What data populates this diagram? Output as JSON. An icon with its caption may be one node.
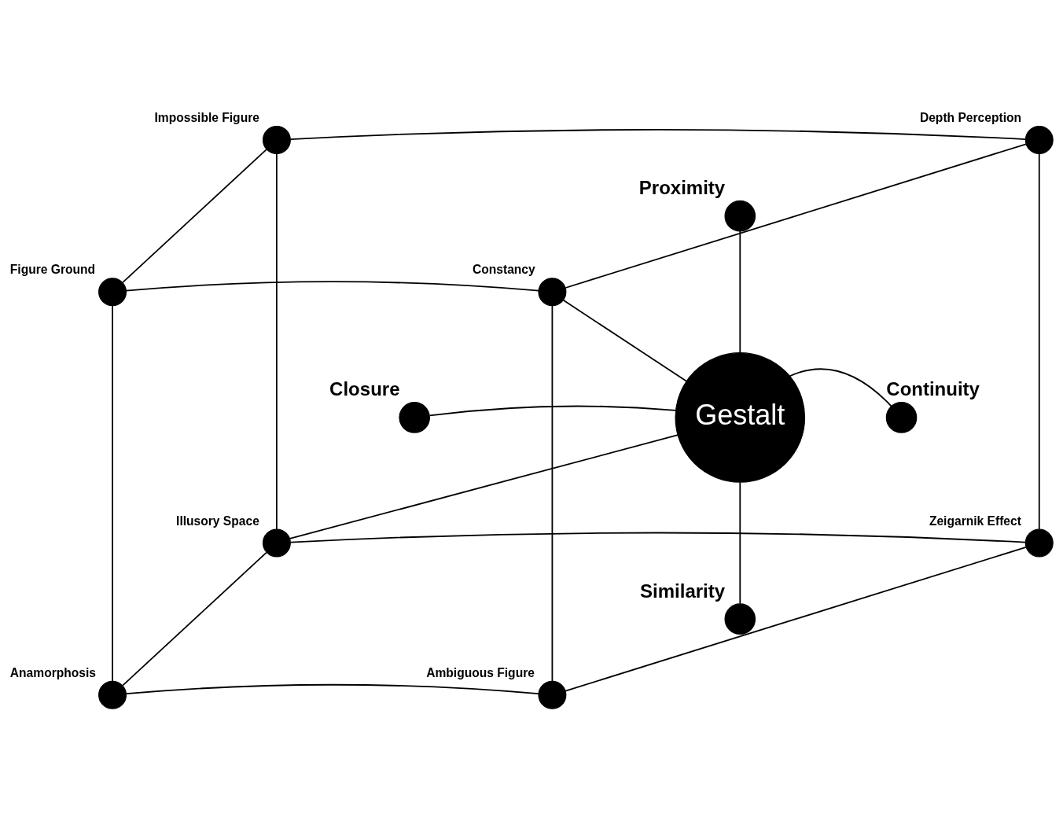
{
  "diagram": {
    "nodes": [
      {
        "text": [],
        "shape": "circle",
        "beside": [
          "Impossible Figure"
        ]
      },
      {
        "text": [],
        "shape": "circle",
        "beside": [
          "Depth Perception"
        ]
      },
      {
        "text": [],
        "shape": "circle",
        "beside": [
          "Proximity"
        ]
      },
      {
        "text": [],
        "shape": "circle",
        "beside": [
          "Figure Ground"
        ]
      },
      {
        "text": [],
        "shape": "circle",
        "beside": [
          "Constancy"
        ]
      },
      {
        "text": [],
        "shape": "circle",
        "beside": [
          "Closure"
        ]
      },
      {
        "text": [
          "Gestalt"
        ]
      },
      {
        "text": [],
        "shape": "circle",
        "beside": [
          "Continuity"
        ]
      },
      {
        "text": [],
        "shape": "circle",
        "beside": [
          "Illusory Space"
        ]
      },
      {
        "text": [],
        "shape": "circle",
        "beside": [
          "Zeigarnik Effect"
        ]
      },
      {
        "text": [],
        "shape": "circle",
        "beside": [
          "Similarity"
        ]
      },
      {
        "text": [],
        "shape": "circle",
        "beside": [
          "Anamorphosis"
        ]
      },
      {
        "text": [],
        "shape": "circle",
        "beside": [
          "Ambiguous Figure"
        ]
      }
    ],
    "edges": [
      {
        "from": 0,
        "to": 1,
        "arrow": "none"
      },
      {
        "from": 0,
        "to": 3,
        "arrow": "none"
      },
      {
        "from": 0,
        "to": 8,
        "arrow": "none"
      },
      {
        "from": 1,
        "to": 4,
        "arrow": "none"
      },
      {
        "from": 1,
        "to": 9,
        "arrow": "none"
      },
      {
        "from": 3,
        "to": 4,
        "arrow": "none"
      },
      {
        "from": 3,
        "to": 11,
        "arrow": "none"
      },
      {
        "from": 4,
        "to": 12,
        "arrow": "none"
      },
      {
        "from": 8,
        "to": 9,
        "arrow": "none"
      },
      {
        "from": 8,
        "to": 11,
        "arrow": "none"
      },
      {
        "from": 9,
        "to": 12,
        "arrow": "none"
      },
      {
        "from": 11,
        "to": 12,
        "arrow": "none"
      },
      {
        "from": 6,
        "to": 4,
        "arrow": "none"
      },
      {
        "from": 6,
        "to": 8,
        "arrow": "none"
      },
      {
        "from": 6,
        "to": 2,
        "arrow": "none"
      },
      {
        "from": 6,
        "to": 5,
        "arrow": "none"
      },
      {
        "from": 6,
        "to": 7,
        "arrow": "none"
      },
      {
        "from": 6,
        "to": 10,
        "arrow": "none"
      }
    ]
  }
}
